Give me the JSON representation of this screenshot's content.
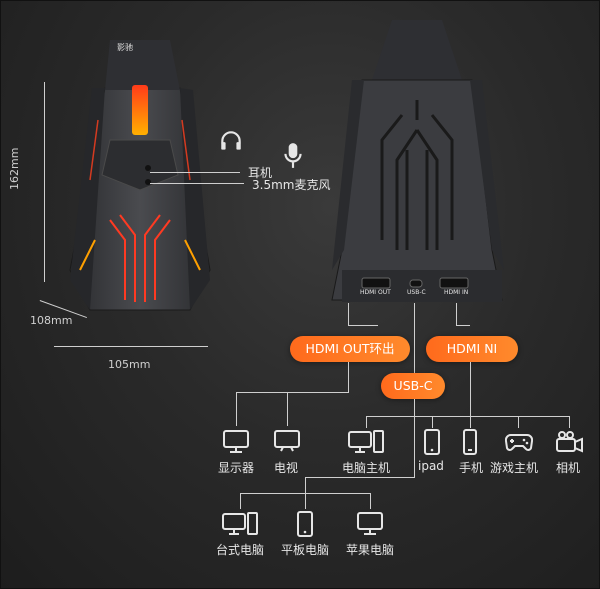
{
  "brand_logo": "影驰",
  "dimensions": {
    "height": "162mm",
    "depth": "108mm",
    "width": "105mm"
  },
  "jacks": {
    "headphone": "耳机",
    "mic": "3.5mm麦克风"
  },
  "ports": {
    "hdmi_out": "HDMI OUT",
    "usb_c": "USB-C",
    "hdmi_in": "HDMI IN"
  },
  "pills": {
    "hdmi_out": "HDMI OUT环出",
    "hdmi_in": "HDMI NI",
    "usb_c": "USB-C"
  },
  "hdmi_out_devices": [
    {
      "icon": "monitor-icon",
      "label": "显示器"
    },
    {
      "icon": "tv-icon",
      "label": "电视"
    }
  ],
  "hdmi_in_devices": [
    {
      "icon": "desktop-pc-icon",
      "label": "电脑主机"
    },
    {
      "icon": "tablet-icon",
      "label": "ipad"
    },
    {
      "icon": "phone-icon",
      "label": "手机"
    },
    {
      "icon": "gamepad-icon",
      "label": "游戏主机"
    },
    {
      "icon": "camera-icon",
      "label": "相机"
    }
  ],
  "usb_c_devices": [
    {
      "icon": "desktop-pc-icon",
      "label": "台式电脑"
    },
    {
      "icon": "tablet-icon",
      "label": "平板电脑"
    },
    {
      "icon": "monitor-icon",
      "label": "苹果电脑"
    }
  ],
  "colors": {
    "accent": "#ff7a24",
    "device_body": "#3a3b3e",
    "glow": "#ff4a1c"
  }
}
